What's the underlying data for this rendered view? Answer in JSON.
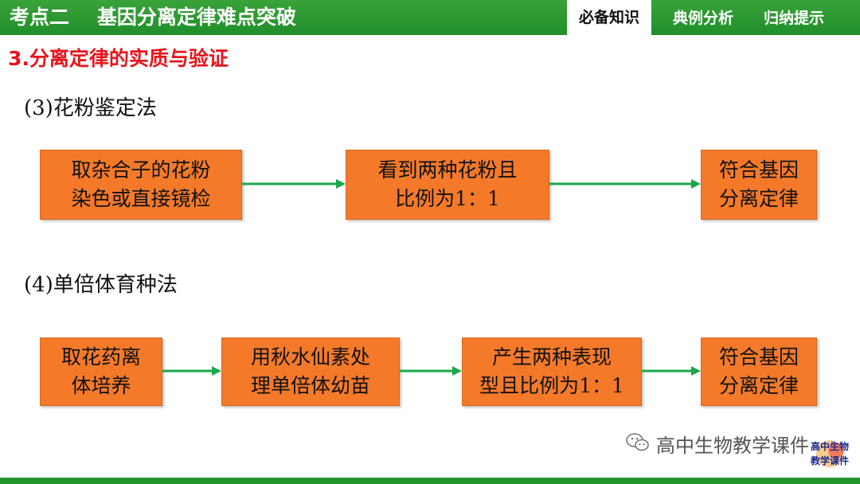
{
  "header": {
    "title": "考点二    基因分离定律难点突破",
    "tabs": [
      {
        "label": "必备知识",
        "active": true
      },
      {
        "label": "典例分析",
        "active": false
      },
      {
        "label": "归纳提示",
        "active": false
      }
    ]
  },
  "section_title": "3.分离定律的实质与验证",
  "methods": [
    {
      "label": "(3)花粉鉴定法",
      "steps": [
        [
          "取杂合子的花粉",
          "染色或直接镜检"
        ],
        [
          "看到两种花粉且",
          "比例为1：1"
        ],
        [
          "符合基因",
          "分离定律"
        ]
      ]
    },
    {
      "label": "(4)单倍体育种法",
      "steps": [
        [
          "取花药离",
          "体培养"
        ],
        [
          "用秋水仙素处",
          "理单倍体幼苗"
        ],
        [
          "产生两种表现",
          "型且比例为1：1"
        ],
        [
          "符合基因",
          "分离定律"
        ]
      ]
    }
  ],
  "watermark": {
    "text": "高中生物教学课件",
    "icon": "wechat-icon"
  },
  "logo": {
    "line1": "高中生物",
    "line2": "教学课件",
    "icon": "logo-icon"
  },
  "colors": {
    "header_green": "#22942c",
    "box_orange": "#f47a2a",
    "arrow_green": "#1aa84a",
    "title_red": "#e8141c"
  }
}
